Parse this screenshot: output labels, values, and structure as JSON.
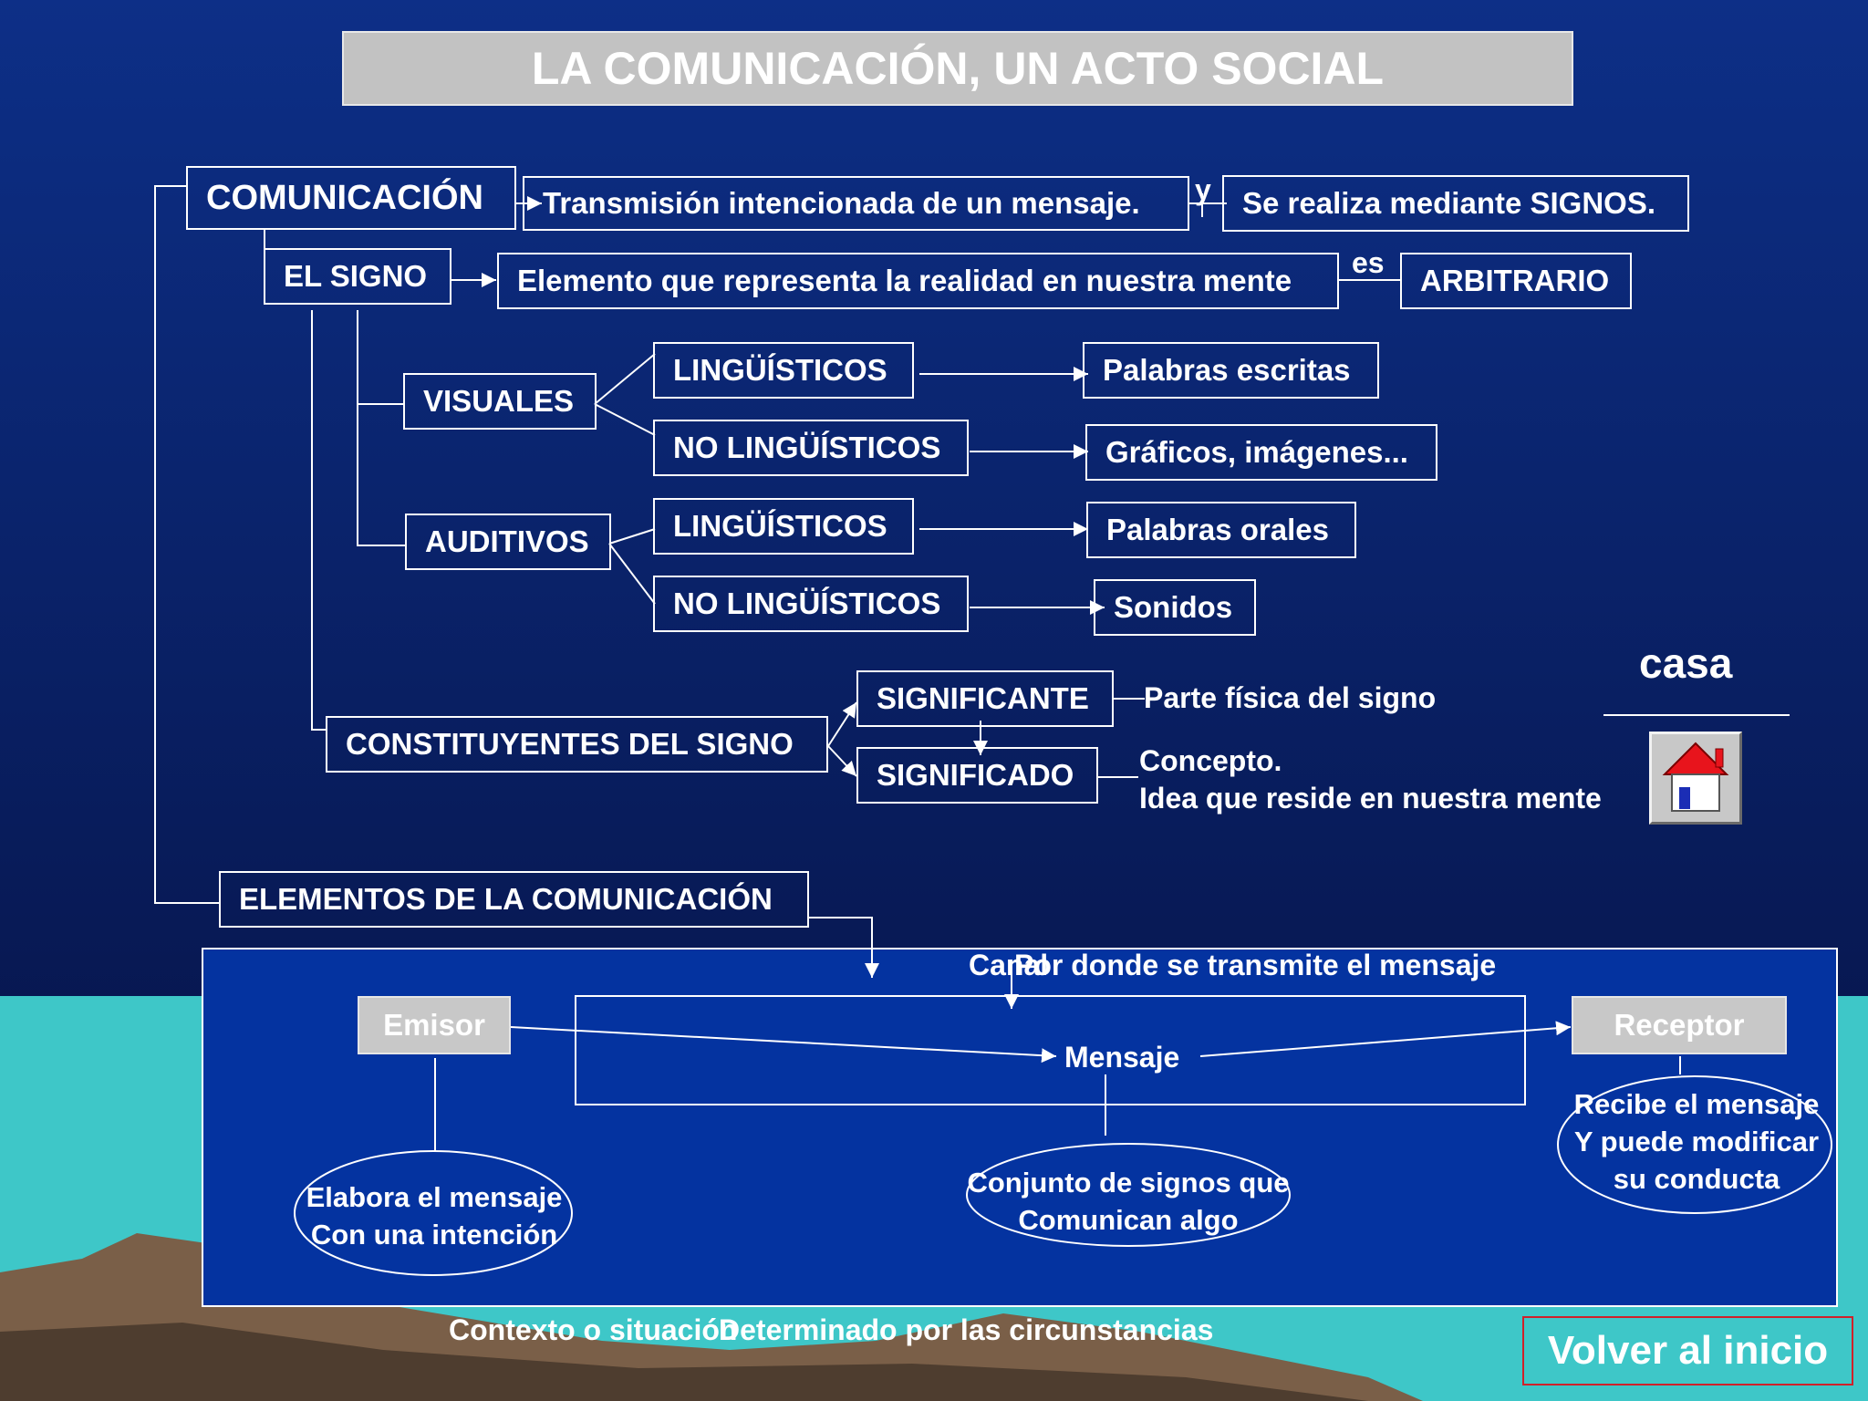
{
  "title": "LA COMUNICACIÓN, UN ACTO SOCIAL",
  "colors": {
    "sky_top": "#0d2f87",
    "sky_bottom": "#050f3d",
    "sea": "#3ec7c8",
    "panel": "#0433a0",
    "title_bg": "#c2c2c2",
    "node_grey": "#c8c8c8",
    "mountain": "#7a5f48",
    "volver_border": "#d0202a"
  },
  "comunicacion": {
    "label": "COMUNICACIÓN",
    "definition": "Transmisión intencionada de un mensaje.",
    "connector": "y",
    "signs": "Se realiza mediante SIGNOS."
  },
  "signo": {
    "label": "EL SIGNO",
    "definition": "Elemento que representa la realidad en nuestra mente",
    "connector": "es",
    "quality": "ARBITRARIO"
  },
  "visuales": {
    "label": "VISUALES",
    "linguisticos": "LINGÜÍSTICOS",
    "linguisticos_result": "Palabras escritas",
    "no_linguisticos": "NO LINGÜÍSTICOS",
    "no_linguisticos_result": "Gráficos, imágenes..."
  },
  "auditivos": {
    "label": "AUDITIVOS",
    "linguisticos": "LINGÜÍSTICOS",
    "linguisticos_result": "Palabras orales",
    "no_linguisticos": "NO LINGÜÍSTICOS",
    "no_linguisticos_result": "Sonidos"
  },
  "constituyentes": {
    "label": "CONSTITUYENTES DEL SIGNO",
    "significante": "SIGNIFICANTE",
    "significante_desc": "Parte física del signo",
    "significado": "SIGNIFICADO",
    "significado_desc_1": "Concepto.",
    "significado_desc_2": "Idea que reside en nuestra mente"
  },
  "example": {
    "word": "casa",
    "icon": "house-icon"
  },
  "elementos": {
    "label": "ELEMENTOS DE LA COMUNICACIÓN",
    "canal_overlap_a": "Canal",
    "canal_overlap_b": "Por donde se transmite el mensaje",
    "emisor": "Emisor",
    "emisor_desc_1": "Elabora el mensaje",
    "emisor_desc_2": "Con una intención",
    "mensaje": "Mensaje",
    "mensaje_desc_1": "Conjunto de signos que",
    "mensaje_desc_2": "Comunican algo",
    "receptor": "Receptor",
    "receptor_desc_1": "Recibe el mensaje",
    "receptor_desc_2": "Y puede modificar",
    "receptor_desc_3": "su conducta",
    "contexto_overlap_a": "Contexto o situación",
    "contexto_overlap_b": "Determinado por las circunstancias"
  },
  "nav": {
    "volver": "Volver al inicio"
  }
}
